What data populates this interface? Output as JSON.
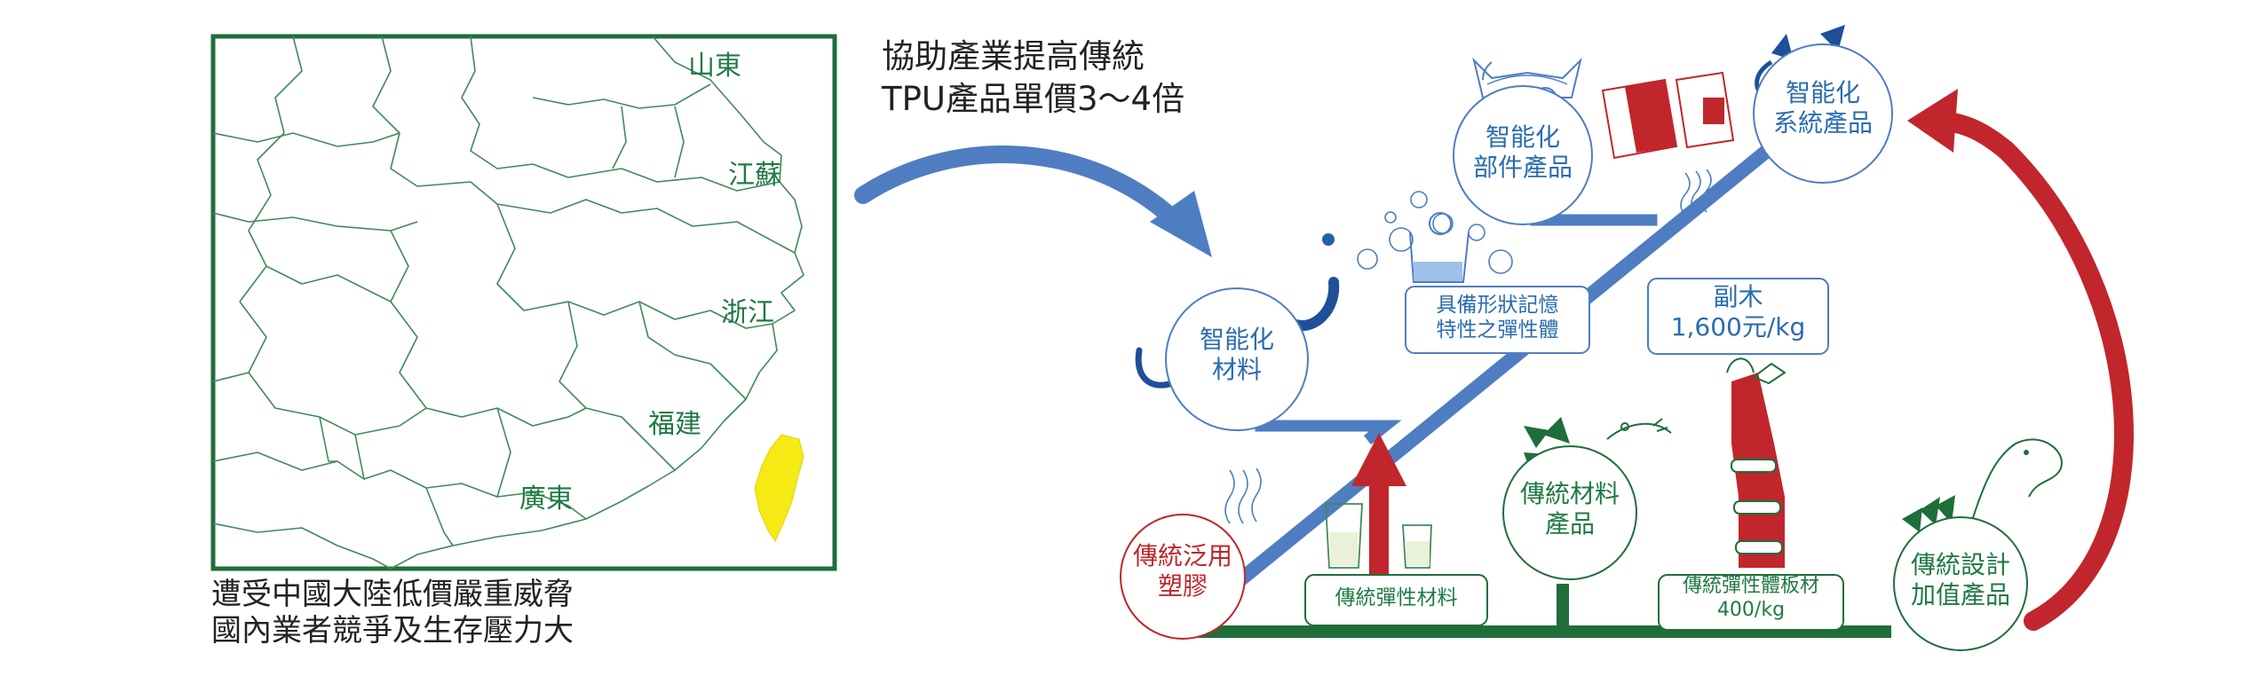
{
  "map": {
    "provinces": [
      {
        "id": "shandong",
        "label": "山東"
      },
      {
        "id": "jiangsu",
        "label": "江蘇"
      },
      {
        "id": "zhejiang",
        "label": "浙江"
      },
      {
        "id": "fujian",
        "label": "福建"
      },
      {
        "id": "guangdong",
        "label": "廣東"
      }
    ],
    "caption": {
      "line1": "遭受中國大陸低價嚴重威脅",
      "line2": "國內業者競爭及生存壓力大"
    }
  },
  "message": {
    "line1": "協助產業提高傳統",
    "line2": "TPU產品單價3～4倍"
  },
  "nodes": {
    "traditional_plastic": {
      "line1": "傳統泛用",
      "line2": "塑膠"
    },
    "traditional_material_product": {
      "line1": "傳統材料",
      "line2": "產品"
    },
    "traditional_design_product": {
      "line1": "傳統設計",
      "line2": "加值產品"
    },
    "smart_material": {
      "line1": "智能化",
      "line2": "材料"
    },
    "smart_component": {
      "line1": "智能化",
      "line2": "部件產品"
    },
    "smart_system": {
      "line1": "智能化",
      "line2": "系統產品"
    }
  },
  "boxes": {
    "elastic_material": {
      "text": "傳統彈性材料"
    },
    "elastic_sheet": {
      "line1": "傳統彈性體板材",
      "line2": "400/kg"
    },
    "shape_memory": {
      "line1": "具備形狀記憶",
      "line2": "特性之彈性體"
    },
    "splint": {
      "line1": "副木",
      "line2": "1,600元/kg"
    }
  },
  "colors": {
    "blue": "#4f7dc1",
    "blue_text": "#2a6cb0",
    "green": "#1f6e3a",
    "green_text": "#1f7a43",
    "red": "#c0262b",
    "taiwan": "#f5ea14"
  }
}
